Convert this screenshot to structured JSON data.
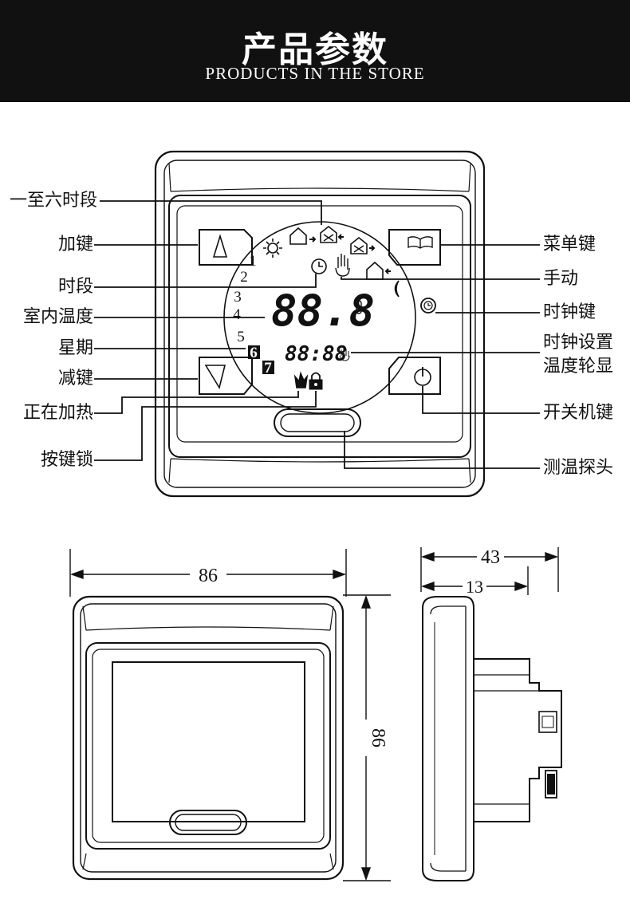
{
  "header": {
    "title": "产品参数",
    "subtitle": "PRODUCTS IN THE STORE"
  },
  "front_view": {
    "left_labels": [
      "一至六时段",
      "加键",
      "时段",
      "室内温度",
      "星期",
      "减键",
      "正在加热",
      "按键锁"
    ],
    "right_labels": [
      "菜单键",
      "手动",
      "时钟键",
      "时钟设置",
      "温度轮显",
      "开关机键",
      "测温探头"
    ],
    "display": {
      "big_temp": "88.8",
      "small_time": "88:88",
      "period_numbers": [
        "1",
        "2",
        "3",
        "4",
        "5",
        "6",
        "7"
      ]
    }
  },
  "dimensions": {
    "width": "86",
    "height": "86",
    "depth_total": "43",
    "depth_front": "13"
  },
  "colors": {
    "header_bg": "#111111",
    "line": "#111111",
    "background": "#ffffff"
  }
}
